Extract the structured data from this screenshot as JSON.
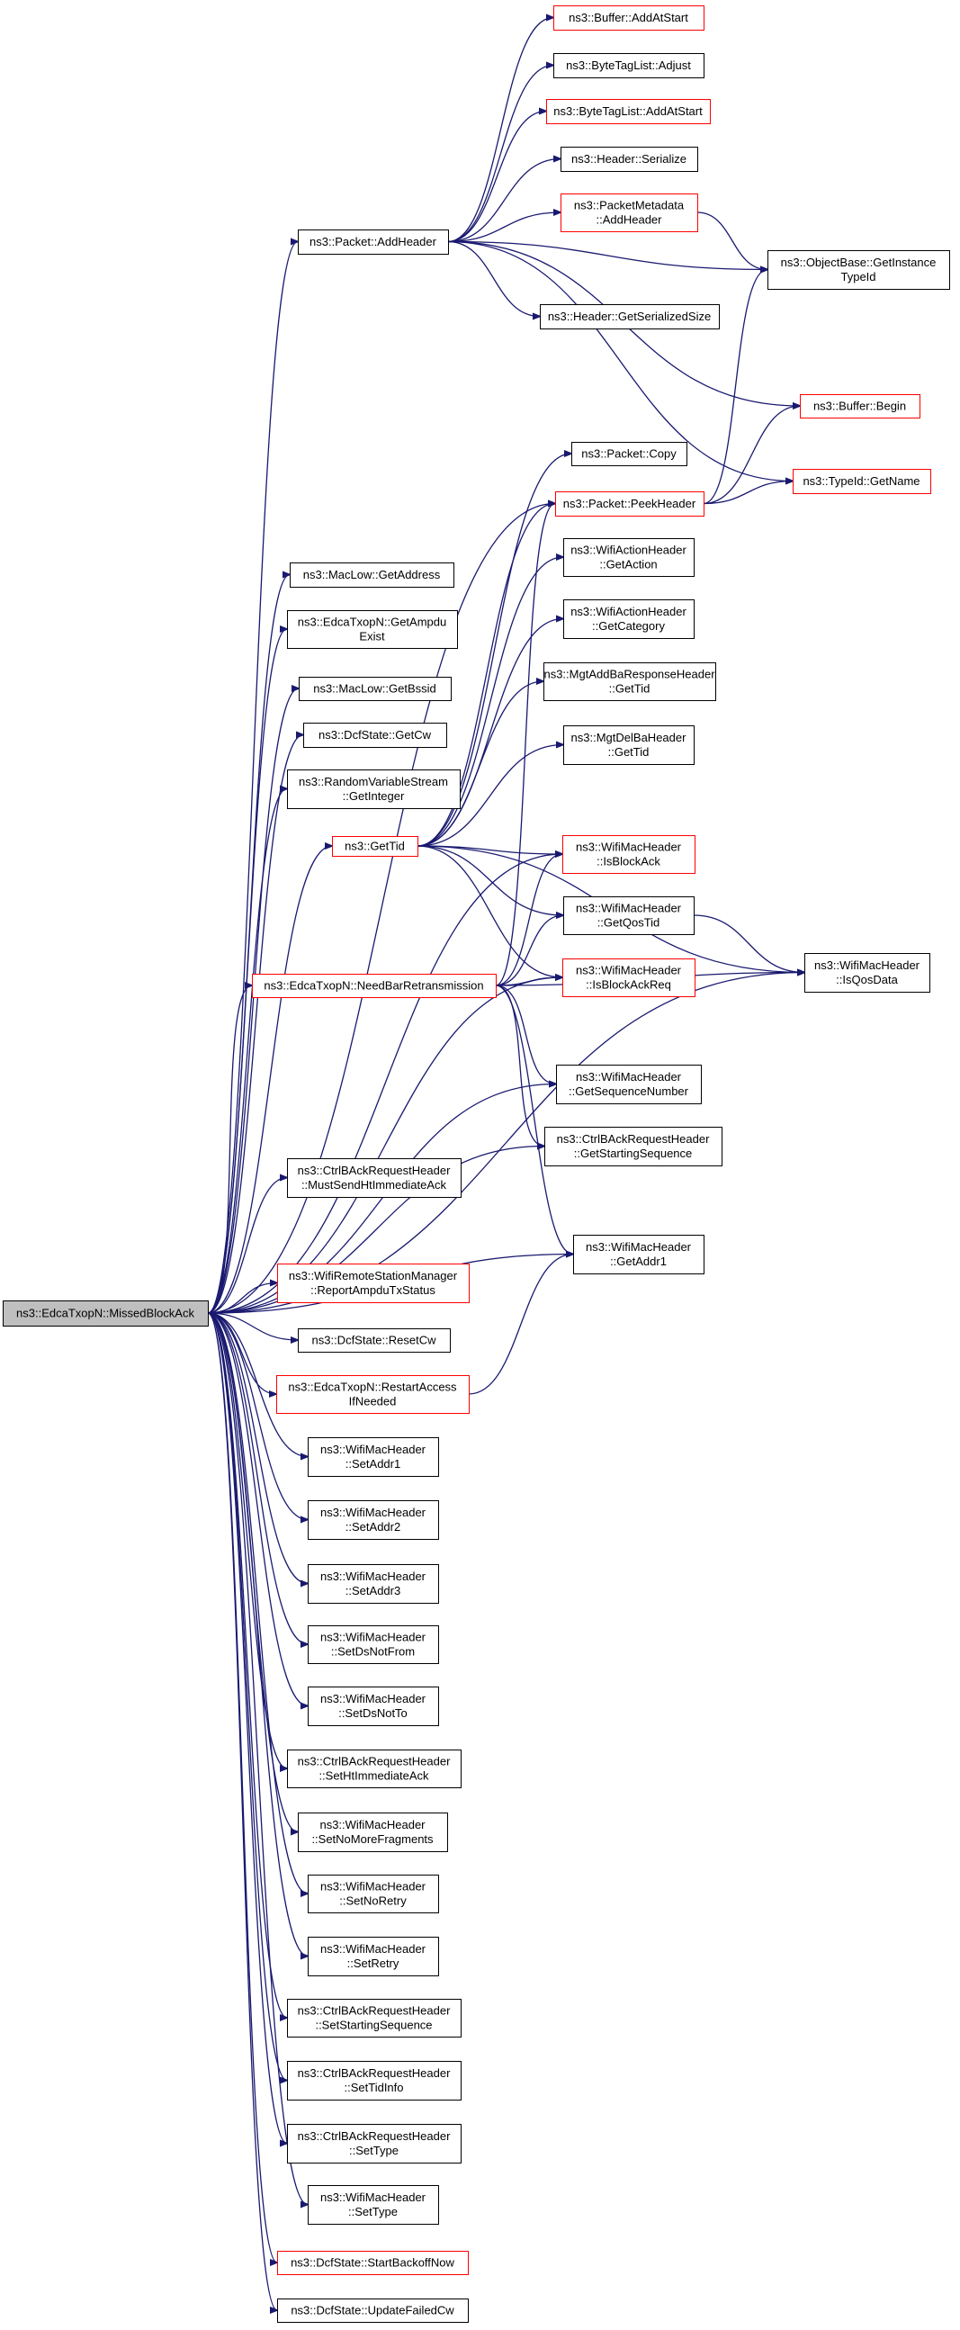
{
  "diagram": {
    "title": "",
    "colors": {
      "edge": "#191970",
      "node_border_default": "#000000",
      "node_border_truncated": "#ff0000",
      "root_fill": "#bfbfbf",
      "node_fill": "#ffffff"
    },
    "nodes": [
      {
        "id": "root",
        "lines": [
          "ns3::EdcaTxopN::MissedBlockAck"
        ],
        "style": "root"
      },
      {
        "id": "packet_addheader",
        "lines": [
          "ns3::Packet::AddHeader"
        ],
        "style": "normal"
      },
      {
        "id": "buffer_addatstart",
        "lines": [
          "ns3::Buffer::AddAtStart"
        ],
        "style": "truncated"
      },
      {
        "id": "bytetaglist_adjust",
        "lines": [
          "ns3::ByteTagList::Adjust"
        ],
        "style": "normal"
      },
      {
        "id": "bytetaglist_addatstart",
        "lines": [
          "ns3::ByteTagList::AddAtStart"
        ],
        "style": "truncated"
      },
      {
        "id": "header_serialize",
        "lines": [
          "ns3::Header::Serialize"
        ],
        "style": "normal"
      },
      {
        "id": "packetmetadata_addheader",
        "lines": [
          "ns3::PacketMetadata",
          "::AddHeader"
        ],
        "style": "truncated"
      },
      {
        "id": "objectbase_getinstancetypeid",
        "lines": [
          "ns3::ObjectBase::GetInstance",
          "TypeId"
        ],
        "style": "normal"
      },
      {
        "id": "header_getserializedsize",
        "lines": [
          "ns3::Header::GetSerializedSize"
        ],
        "style": "normal"
      },
      {
        "id": "buffer_begin",
        "lines": [
          "ns3::Buffer::Begin"
        ],
        "style": "truncated"
      },
      {
        "id": "packet_copy",
        "lines": [
          "ns3::Packet::Copy"
        ],
        "style": "normal"
      },
      {
        "id": "packet_peekheader",
        "lines": [
          "ns3::Packet::PeekHeader"
        ],
        "style": "truncated"
      },
      {
        "id": "typeid_getname",
        "lines": [
          "ns3::TypeId::GetName"
        ],
        "style": "truncated"
      },
      {
        "id": "maclow_getaddress",
        "lines": [
          "ns3::MacLow::GetAddress"
        ],
        "style": "normal"
      },
      {
        "id": "wifiaction_getaction",
        "lines": [
          "ns3::WifiActionHeader",
          "::GetAction"
        ],
        "style": "normal"
      },
      {
        "id": "edca_getampduexist",
        "lines": [
          "ns3::EdcaTxopN::GetAmpdu",
          "Exist"
        ],
        "style": "normal"
      },
      {
        "id": "wifiaction_getcategory",
        "lines": [
          "ns3::WifiActionHeader",
          "::GetCategory"
        ],
        "style": "normal"
      },
      {
        "id": "maclow_getbssid",
        "lines": [
          "ns3::MacLow::GetBssid"
        ],
        "style": "normal"
      },
      {
        "id": "mgtaddba_gettid",
        "lines": [
          "ns3::MgtAddBaResponseHeader",
          "::GetTid"
        ],
        "style": "normal"
      },
      {
        "id": "dcfstate_getcw",
        "lines": [
          "ns3::DcfState::GetCw"
        ],
        "style": "normal"
      },
      {
        "id": "mgtdelba_gettid",
        "lines": [
          "ns3::MgtDelBaHeader",
          "::GetTid"
        ],
        "style": "normal"
      },
      {
        "id": "randomvariablestream_getinteger",
        "lines": [
          "ns3::RandomVariableStream",
          "::GetInteger"
        ],
        "style": "normal"
      },
      {
        "id": "gettid",
        "lines": [
          "ns3::GetTid"
        ],
        "style": "truncated"
      },
      {
        "id": "wifimac_isblockack",
        "lines": [
          "ns3::WifiMacHeader",
          "::IsBlockAck"
        ],
        "style": "truncated"
      },
      {
        "id": "wifimac_getqostid",
        "lines": [
          "ns3::WifiMacHeader",
          "::GetQosTid"
        ],
        "style": "normal"
      },
      {
        "id": "edca_needbarretransmission",
        "lines": [
          "ns3::EdcaTxopN::NeedBarRetransmission"
        ],
        "style": "truncated"
      },
      {
        "id": "wifimac_isblockackreq",
        "lines": [
          "ns3::WifiMacHeader",
          "::IsBlockAckReq"
        ],
        "style": "truncated"
      },
      {
        "id": "wifimac_isqosdata",
        "lines": [
          "ns3::WifiMacHeader",
          "::IsQosData"
        ],
        "style": "normal"
      },
      {
        "id": "wifimac_getsequencenumber",
        "lines": [
          "ns3::WifiMacHeader",
          "::GetSequenceNumber"
        ],
        "style": "normal"
      },
      {
        "id": "ctrlbar_getstartingsequence",
        "lines": [
          "ns3::CtrlBAckRequestHeader",
          "::GetStartingSequence"
        ],
        "style": "normal"
      },
      {
        "id": "ctrlbar_mustsendhtimmediateack",
        "lines": [
          "ns3::CtrlBAckRequestHeader",
          "::MustSendHtImmediateAck"
        ],
        "style": "normal"
      },
      {
        "id": "wifimac_getaddr1",
        "lines": [
          "ns3::WifiMacHeader",
          "::GetAddr1"
        ],
        "style": "normal"
      },
      {
        "id": "wrsm_reportampdutxstatus",
        "lines": [
          "ns3::WifiRemoteStationManager",
          "::ReportAmpduTxStatus"
        ],
        "style": "truncated"
      },
      {
        "id": "dcfstate_resetcw",
        "lines": [
          "ns3::DcfState::ResetCw"
        ],
        "style": "normal"
      },
      {
        "id": "edca_restartaccessifneeded",
        "lines": [
          "ns3::EdcaTxopN::RestartAccess",
          "IfNeeded"
        ],
        "style": "truncated"
      },
      {
        "id": "wifimac_setaddr1",
        "lines": [
          "ns3::WifiMacHeader",
          "::SetAddr1"
        ],
        "style": "normal"
      },
      {
        "id": "wifimac_setaddr2",
        "lines": [
          "ns3::WifiMacHeader",
          "::SetAddr2"
        ],
        "style": "normal"
      },
      {
        "id": "wifimac_setaddr3",
        "lines": [
          "ns3::WifiMacHeader",
          "::SetAddr3"
        ],
        "style": "normal"
      },
      {
        "id": "wifimac_setdsnotfrom",
        "lines": [
          "ns3::WifiMacHeader",
          "::SetDsNotFrom"
        ],
        "style": "normal"
      },
      {
        "id": "wifimac_setdsnotto",
        "lines": [
          "ns3::WifiMacHeader",
          "::SetDsNotTo"
        ],
        "style": "normal"
      },
      {
        "id": "ctrlbar_sethtimmediateack",
        "lines": [
          "ns3::CtrlBAckRequestHeader",
          "::SetHtImmediateAck"
        ],
        "style": "normal"
      },
      {
        "id": "wifimac_setnomorefragments",
        "lines": [
          "ns3::WifiMacHeader",
          "::SetNoMoreFragments"
        ],
        "style": "normal"
      },
      {
        "id": "wifimac_setnoretry",
        "lines": [
          "ns3::WifiMacHeader",
          "::SetNoRetry"
        ],
        "style": "normal"
      },
      {
        "id": "wifimac_setretry",
        "lines": [
          "ns3::WifiMacHeader",
          "::SetRetry"
        ],
        "style": "normal"
      },
      {
        "id": "ctrlbar_setstartingsequence",
        "lines": [
          "ns3::CtrlBAckRequestHeader",
          "::SetStartingSequence"
        ],
        "style": "normal"
      },
      {
        "id": "ctrlbar_settidinfo",
        "lines": [
          "ns3::CtrlBAckRequestHeader",
          "::SetTidInfo"
        ],
        "style": "normal"
      },
      {
        "id": "ctrlbar_settype",
        "lines": [
          "ns3::CtrlBAckRequestHeader",
          "::SetType"
        ],
        "style": "normal"
      },
      {
        "id": "wifimac_settype",
        "lines": [
          "ns3::WifiMacHeader",
          "::SetType"
        ],
        "style": "normal"
      },
      {
        "id": "dcfstate_startbackoffnow",
        "lines": [
          "ns3::DcfState::StartBackoffNow"
        ],
        "style": "truncated"
      },
      {
        "id": "dcfstate_updatefailedcw",
        "lines": [
          "ns3::DcfState::UpdateFailedCw"
        ],
        "style": "normal"
      }
    ],
    "edges": [
      [
        "root",
        "packet_addheader"
      ],
      [
        "root",
        "packet_peekheader"
      ],
      [
        "root",
        "maclow_getaddress"
      ],
      [
        "root",
        "edca_getampduexist"
      ],
      [
        "root",
        "maclow_getbssid"
      ],
      [
        "root",
        "dcfstate_getcw"
      ],
      [
        "root",
        "randomvariablestream_getinteger"
      ],
      [
        "root",
        "gettid"
      ],
      [
        "root",
        "wifimac_isblockack"
      ],
      [
        "root",
        "edca_needbarretransmission"
      ],
      [
        "root",
        "wifimac_isblockackreq"
      ],
      [
        "root",
        "wifimac_getsequencenumber"
      ],
      [
        "root",
        "ctrlbar_getstartingsequence"
      ],
      [
        "root",
        "wifimac_isqosdata"
      ],
      [
        "root",
        "ctrlbar_mustsendhtimmediateack"
      ],
      [
        "root",
        "wifimac_getaddr1"
      ],
      [
        "root",
        "wrsm_reportampdutxstatus"
      ],
      [
        "root",
        "dcfstate_resetcw"
      ],
      [
        "root",
        "edca_restartaccessifneeded"
      ],
      [
        "root",
        "wifimac_setaddr1"
      ],
      [
        "root",
        "wifimac_setaddr2"
      ],
      [
        "root",
        "wifimac_setaddr3"
      ],
      [
        "root",
        "wifimac_setdsnotfrom"
      ],
      [
        "root",
        "wifimac_setdsnotto"
      ],
      [
        "root",
        "ctrlbar_sethtimmediateack"
      ],
      [
        "root",
        "wifimac_setnomorefragments"
      ],
      [
        "root",
        "wifimac_setnoretry"
      ],
      [
        "root",
        "wifimac_setretry"
      ],
      [
        "root",
        "ctrlbar_setstartingsequence"
      ],
      [
        "root",
        "ctrlbar_settidinfo"
      ],
      [
        "root",
        "ctrlbar_settype"
      ],
      [
        "root",
        "wifimac_settype"
      ],
      [
        "root",
        "dcfstate_startbackoffnow"
      ],
      [
        "root",
        "dcfstate_updatefailedcw"
      ],
      [
        "packet_addheader",
        "buffer_addatstart"
      ],
      [
        "packet_addheader",
        "bytetaglist_adjust"
      ],
      [
        "packet_addheader",
        "bytetaglist_addatstart"
      ],
      [
        "packet_addheader",
        "header_serialize"
      ],
      [
        "packet_addheader",
        "packetmetadata_addheader"
      ],
      [
        "packet_addheader",
        "objectbase_getinstancetypeid"
      ],
      [
        "packet_addheader",
        "header_getserializedsize"
      ],
      [
        "packet_addheader",
        "buffer_begin"
      ],
      [
        "packet_addheader",
        "typeid_getname"
      ],
      [
        "packetmetadata_addheader",
        "objectbase_getinstancetypeid"
      ],
      [
        "packet_peekheader",
        "objectbase_getinstancetypeid"
      ],
      [
        "packet_peekheader",
        "buffer_begin"
      ],
      [
        "packet_peekheader",
        "typeid_getname"
      ],
      [
        "gettid",
        "packet_copy"
      ],
      [
        "gettid",
        "packet_peekheader"
      ],
      [
        "gettid",
        "wifiaction_getaction"
      ],
      [
        "gettid",
        "wifiaction_getcategory"
      ],
      [
        "gettid",
        "mgtaddba_gettid"
      ],
      [
        "gettid",
        "mgtdelba_gettid"
      ],
      [
        "gettid",
        "wifimac_isblockack"
      ],
      [
        "gettid",
        "wifimac_getqostid"
      ],
      [
        "gettid",
        "wifimac_isblockackreq"
      ],
      [
        "gettid",
        "wifimac_isqosdata"
      ],
      [
        "edca_needbarretransmission",
        "packet_peekheader"
      ],
      [
        "edca_needbarretransmission",
        "wifimac_isblockack"
      ],
      [
        "edca_needbarretransmission",
        "wifimac_getqostid"
      ],
      [
        "edca_needbarretransmission",
        "wifimac_isblockackreq"
      ],
      [
        "edca_needbarretransmission",
        "wifimac_isqosdata"
      ],
      [
        "edca_needbarretransmission",
        "wifimac_getsequencenumber"
      ],
      [
        "edca_needbarretransmission",
        "ctrlbar_getstartingsequence"
      ],
      [
        "edca_needbarretransmission",
        "wifimac_getaddr1"
      ],
      [
        "wifimac_getqostid",
        "wifimac_isqosdata"
      ],
      [
        "edca_restartaccessifneeded",
        "wifimac_getaddr1"
      ]
    ]
  }
}
